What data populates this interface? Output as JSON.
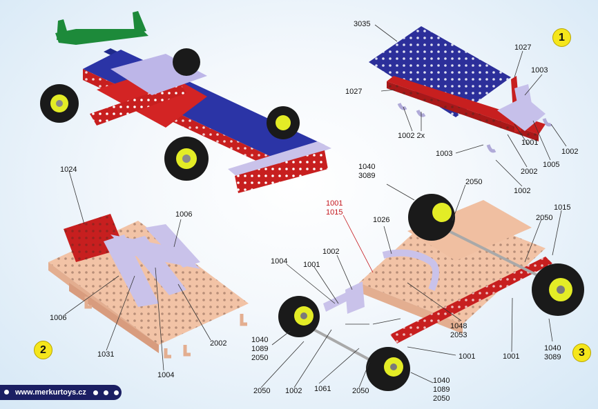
{
  "brand": {
    "website": "www.merkurtoys.cz",
    "accent": "#1b1f63",
    "step_color": "#f5e61c"
  },
  "steps": [
    "1",
    "2",
    "3"
  ],
  "labels": {
    "s1_3035": "3035",
    "s1_1027a": "1027",
    "s1_1027b": "1027",
    "s1_1003a": "1003",
    "s1_1003b": "1003",
    "s1_1002_2x": "1002 2x",
    "s1_1001": "1001",
    "s1_1002a": "1002",
    "s1_1005": "1005",
    "s1_2002": "2002",
    "s1_1002b": "1002",
    "s2_1024": "1024",
    "s2_1006a": "1006",
    "s2_1006b": "1006",
    "s2_1031": "1031",
    "s2_1004": "1004",
    "s2_2002": "2002",
    "s3_1040_3089_a": "1040\n3089",
    "s3_2050a": "2050",
    "s3_1001_1015": "1001\n1015",
    "s3_1026": "1026",
    "s3_1015": "1015",
    "s3_2050b": "2050",
    "s3_1004": "1004",
    "s3_1001a": "1001",
    "s3_1002a": "1002",
    "s3_1048_2053": "1048\n2053",
    "s3_1040_1089_2050_a": "1040\n1089\n2050",
    "s3_1001b": "1001",
    "s3_1001c": "1001",
    "s3_1040_3089_b": "1040\n3089",
    "s3_2050c": "2050",
    "s3_1002b": "1002",
    "s3_1061": "1061",
    "s3_2050d": "2050",
    "s3_1040_1089_2050_b": "1040\n1089\n2050"
  }
}
